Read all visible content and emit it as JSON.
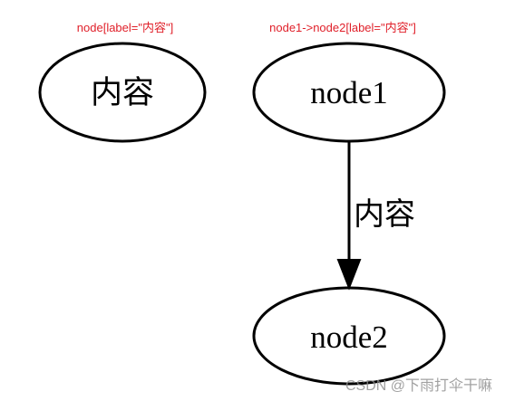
{
  "captions": {
    "left": "node[label=\"内容\"]",
    "right": "node1->node2[label=\"内容\"]",
    "color": "#e0202a"
  },
  "nodes": {
    "label_node": "内容",
    "node1": "node1",
    "node2": "node2"
  },
  "edge": {
    "label": "内容"
  },
  "watermark": "CSDN @下雨打伞干嘛"
}
